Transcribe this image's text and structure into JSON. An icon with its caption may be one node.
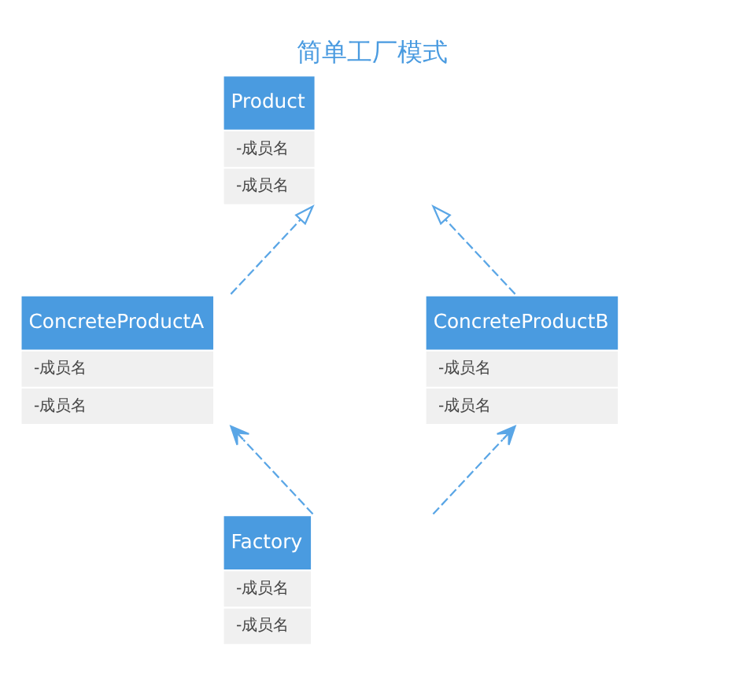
{
  "diagram": {
    "title": "简单工厂模式",
    "nodes": [
      {
        "text": [
          "Product",
          "-成员名",
          "-成员名"
        ]
      },
      {
        "text": [
          "ConcreteProductA",
          "-成员名",
          "-成员名"
        ]
      },
      {
        "text": [
          "ConcreteProductB",
          "-成员名",
          "-成员名"
        ]
      },
      {
        "text": [
          "Factory",
          "-成员名",
          "-成员名"
        ]
      }
    ],
    "edges": [
      {
        "from": 1,
        "to": 0,
        "arrow": "to",
        "style": "dashed"
      },
      {
        "from": 2,
        "to": 0,
        "arrow": "to",
        "style": "dashed"
      },
      {
        "from": 3,
        "to": 1,
        "arrow": "to",
        "style": "dashed"
      },
      {
        "from": 3,
        "to": 2,
        "arrow": "to",
        "style": "dashed"
      }
    ]
  }
}
